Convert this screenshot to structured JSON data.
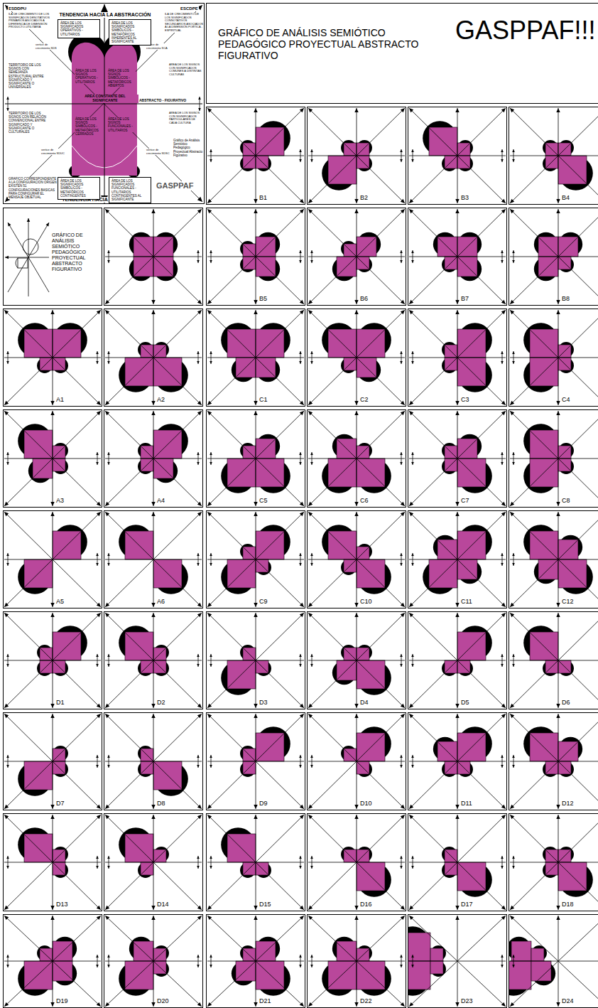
{
  "diagram": {
    "title": "GRÁFICO DE ANÁLISIS SEMIÓTICO PEDAGÓGICO PROYECTUAL ABSTRACTO FIGURATIVO",
    "nodes": [
      {
        "text": [
          "ESDDPU",
          "TENDENCIA HACIA LA ABSTRACCIÓN",
          "ESCDPE",
          "ILA DE CRECIMIENTO DE LOS SIGNIFICADOS DENOTATIVOS PRIMARIOS ASOCIADOS A DIFERENCIA DE DIMENSIÓN PRODUCTO-UTILITARIA",
          "ILA DE CRECIMIENTO DE LOS SIGNIFICADOS CONNOTATIVOS SECUNDARIOS ASOCIADOS A LA DIMENSIÓN POÉTICA - ESPIRITUAL",
          "vertice de crecimiento SDS",
          "vertice de crecimiento SCA",
          "TERRITORIO DE LOS SIGNOS CON SEMEJANZA ESTRUCTURAL ENTRE SIGNIFICADO Y SIGNIFICANTE O UNIVERSALES",
          "ÁREA DE LOS SIGNOS CON SIGNIFICADOS COMUNES A DISTINTAS CULTURAS",
          "ABSTRACTO - FIGURATIVO",
          "TERRITORIO DE LOS SIGNOS CON RELACIÓN CONVENCIONAL ENTRE SIGNIFICADO Y SIGNIFICANTE O CULTURALES",
          "ÁREA DE LOS SIGNOS CON SIGNIFICADOS PARTICULARES DE CADA CULTURA",
          "vertice de crecimiento SDUC",
          "vertice de crecimiento SDSC",
          "Gráfico de Análisis Semiótico Pedagógico Proyectual Abstracto Figurativo",
          "GRAFICO CORRESPONDIENTE A LA CONFIGURACION ORIGEN EXISTEN 51 CONFIGURACIONES BASICAS PARA CONFIGURAR EL MENSAJE OBJETUAL",
          "GASPPAF",
          "TENDENCIA HACIA LA FIGURACION"
        ]
      },
      {
        "text": [
          "ÁREA DE LOS SIGNIFICADOS OPERATIVOS - UTILITARIOS"
        ],
        "in": 0
      },
      {
        "text": [
          "ÁREA DE LOS SIGNIFICADOS SIMBÓLICOS - METAFÓRICOS INHERENTES AL SIGNIFICANTE"
        ],
        "in": 0
      },
      {
        "text": [
          "ÁREA DE LOS SIGNOS OPERATIVOS - UTILITARIOS",
          "ÁREA DE LOS SIGNOS SIMBÓLICOS - METAFÓRICOS ABIERTOS",
          "AREA CONSTANTE DEL SIGNIFICANTE",
          "ÁREA DE LOS SIGNOS SIMBÓLICOS - METAFÓRICOS CERRADOS",
          "ÁREA DE LOS SIGNOS FUNCIONALES - UTILITARIOS"
        ],
        "in": 0
      },
      {
        "text": [
          "ÁREA DE LOS SIGNIFICADOS SIMBÓLICOS - METAFÓRICOS CONTINGENTES"
        ],
        "in": 0
      },
      {
        "text": [
          "ÁREA DE LOS SIGNIFICADOS FUNCIONALES - UTILITARIOS CONTINGENTES AL SIGNIFICANTE"
        ],
        "in": 0
      },
      {
        "text": [
          "B1"
        ]
      },
      {
        "text": [
          "B2"
        ]
      },
      {
        "text": [
          "B3"
        ]
      },
      {
        "text": [
          "B4"
        ]
      },
      {
        "text": [
          "GRÁFICO DE ANÁLISIS SEMIÓTICO PEDAGÓGICO PROYECTUAL ABSTRACTO FIGURATIVO"
        ]
      },
      {
        "text": [
          "B5"
        ]
      },
      {
        "text": [
          "B6"
        ]
      },
      {
        "text": [
          "B7"
        ]
      },
      {
        "text": [
          "B8"
        ]
      },
      {
        "text": [
          "A1"
        ]
      },
      {
        "text": [
          "A2"
        ]
      },
      {
        "text": [
          "C1"
        ]
      },
      {
        "text": [
          "C2"
        ]
      },
      {
        "text": [
          "C3"
        ]
      },
      {
        "text": [
          "C4"
        ]
      },
      {
        "text": [
          "A3"
        ]
      },
      {
        "text": [
          "A4"
        ]
      },
      {
        "text": [
          "C5"
        ]
      },
      {
        "text": [
          "C6"
        ]
      },
      {
        "text": [
          "C7"
        ]
      },
      {
        "text": [
          "C8"
        ]
      },
      {
        "text": [
          "A5"
        ]
      },
      {
        "text": [
          "A6"
        ]
      },
      {
        "text": [
          "C9"
        ]
      },
      {
        "text": [
          "C10"
        ]
      },
      {
        "text": [
          "C11"
        ]
      },
      {
        "text": [
          "C12"
        ]
      },
      {
        "text": [
          "D1"
        ]
      },
      {
        "text": [
          "D2"
        ]
      },
      {
        "text": [
          "D3"
        ]
      },
      {
        "text": [
          "D4"
        ]
      },
      {
        "text": [
          "D5"
        ]
      },
      {
        "text": [
          "D6"
        ]
      },
      {
        "text": [
          "D7"
        ]
      },
      {
        "text": [
          "D8"
        ]
      },
      {
        "text": [
          "D9"
        ]
      },
      {
        "text": [
          "D10"
        ]
      },
      {
        "text": [
          "D11"
        ]
      },
      {
        "text": [
          "D12"
        ]
      },
      {
        "text": [
          "D13"
        ]
      },
      {
        "text": [
          "D14"
        ]
      },
      {
        "text": [
          "D15"
        ]
      },
      {
        "text": [
          "D16"
        ]
      },
      {
        "text": [
          "D17"
        ]
      },
      {
        "text": [
          "D18"
        ]
      },
      {
        "text": [
          "D19"
        ]
      },
      {
        "text": [
          "D20"
        ]
      },
      {
        "text": [
          "D21"
        ]
      },
      {
        "text": [
          "D22"
        ]
      },
      {
        "text": [
          "D23"
        ]
      },
      {
        "text": [
          "D24"
        ]
      }
    ],
    "labels": [
      "GASPPAF!!!"
    ]
  }
}
